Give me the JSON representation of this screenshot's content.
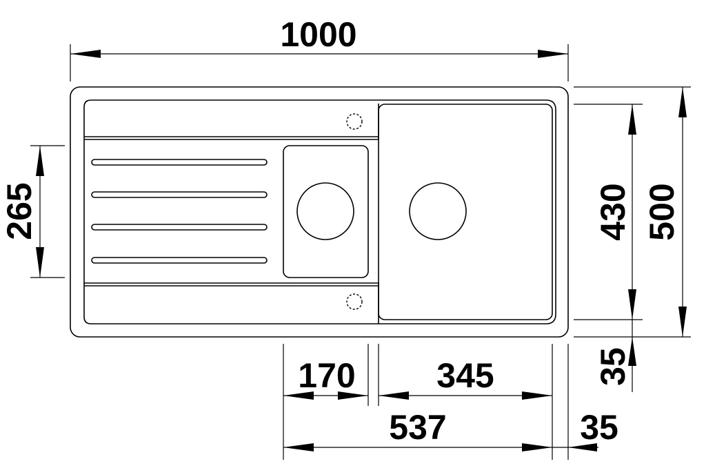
{
  "dimensions": {
    "overall_width": "1000",
    "overall_depth": "500",
    "bowl_depth": "430",
    "drainer_depth": "265",
    "small_bowl_width": "170",
    "main_bowl_width": "345",
    "bowls_total_width": "537",
    "right_rim": "35",
    "front_rim": "35"
  },
  "colors": {
    "line": "#000000",
    "background": "#ffffff"
  }
}
